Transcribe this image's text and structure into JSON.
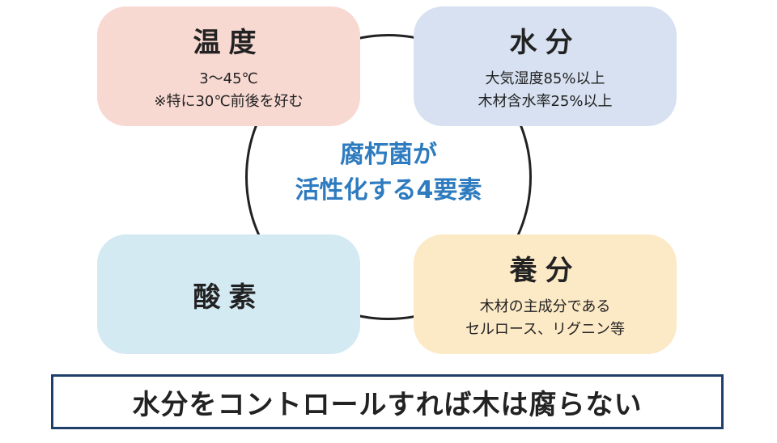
{
  "center": {
    "line1": "腐朽菌が",
    "line2": "活性化する4要素"
  },
  "factors": {
    "temperature": {
      "title": "温度",
      "lines": [
        "3〜45℃",
        "※特に30℃前後を好む"
      ]
    },
    "moisture": {
      "title": "水分",
      "lines": [
        "大気湿度85%以上",
        "木材含水率25%以上"
      ]
    },
    "oxygen": {
      "title": "酸素",
      "lines": []
    },
    "nutrients": {
      "title": "養分",
      "lines": [
        "木材の主成分である",
        "セルロース、リグニン等"
      ]
    }
  },
  "conclusion": "水分をコントロールすれば木は腐らない",
  "colors": {
    "temperature_bg": "#f8d9d2",
    "moisture_bg": "#d7e1f1",
    "oxygen_bg": "#d3eaf3",
    "nutrients_bg": "#fce9c6",
    "center_text": "#2e7bbf",
    "banner_border": "#1f3f6a"
  }
}
